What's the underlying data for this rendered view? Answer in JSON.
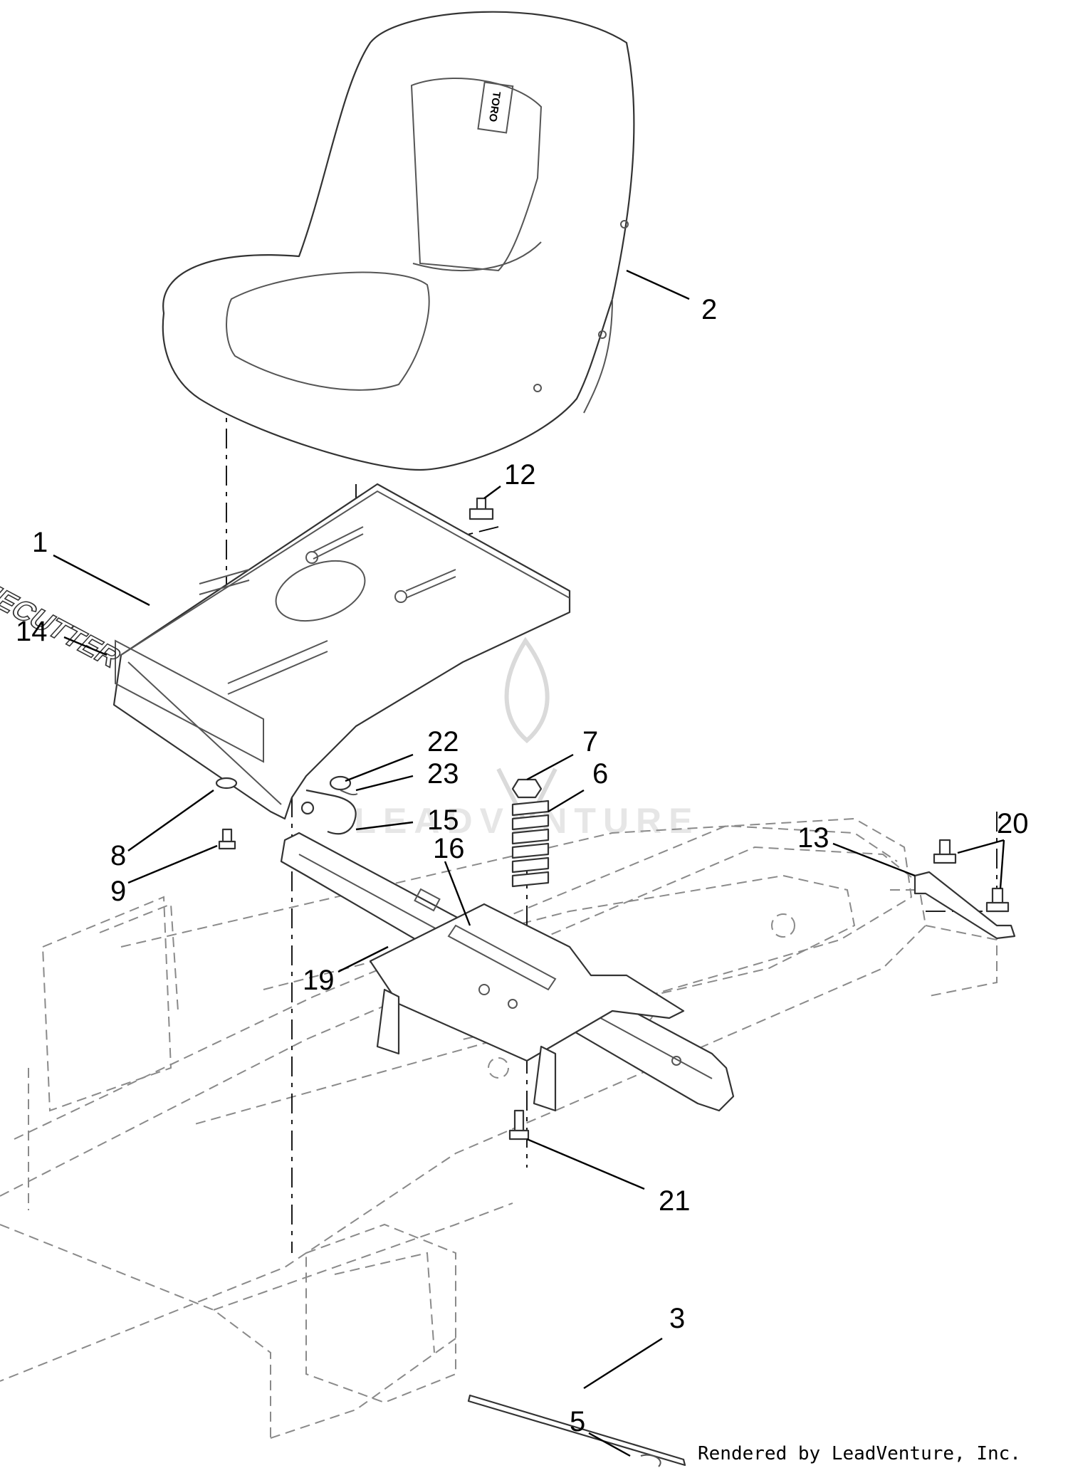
{
  "diagram": {
    "seat_logo": "TORO",
    "plate_decal": "TIMECUTTER",
    "watermark": "LEADVENTURE",
    "credit": "Rendered by LeadVenture, Inc.",
    "callouts": [
      {
        "id": "c1",
        "label": "1"
      },
      {
        "id": "c2",
        "label": "2"
      },
      {
        "id": "c3",
        "label": "3"
      },
      {
        "id": "c5",
        "label": "5"
      },
      {
        "id": "c6",
        "label": "6"
      },
      {
        "id": "c7",
        "label": "7"
      },
      {
        "id": "c8",
        "label": "8"
      },
      {
        "id": "c9",
        "label": "9"
      },
      {
        "id": "c12",
        "label": "12"
      },
      {
        "id": "c13",
        "label": "13"
      },
      {
        "id": "c14",
        "label": "14"
      },
      {
        "id": "c15",
        "label": "15"
      },
      {
        "id": "c16",
        "label": "16"
      },
      {
        "id": "c19",
        "label": "19"
      },
      {
        "id": "c20",
        "label": "20"
      },
      {
        "id": "c21",
        "label": "21"
      },
      {
        "id": "c22",
        "label": "22"
      },
      {
        "id": "c23",
        "label": "23"
      }
    ]
  }
}
